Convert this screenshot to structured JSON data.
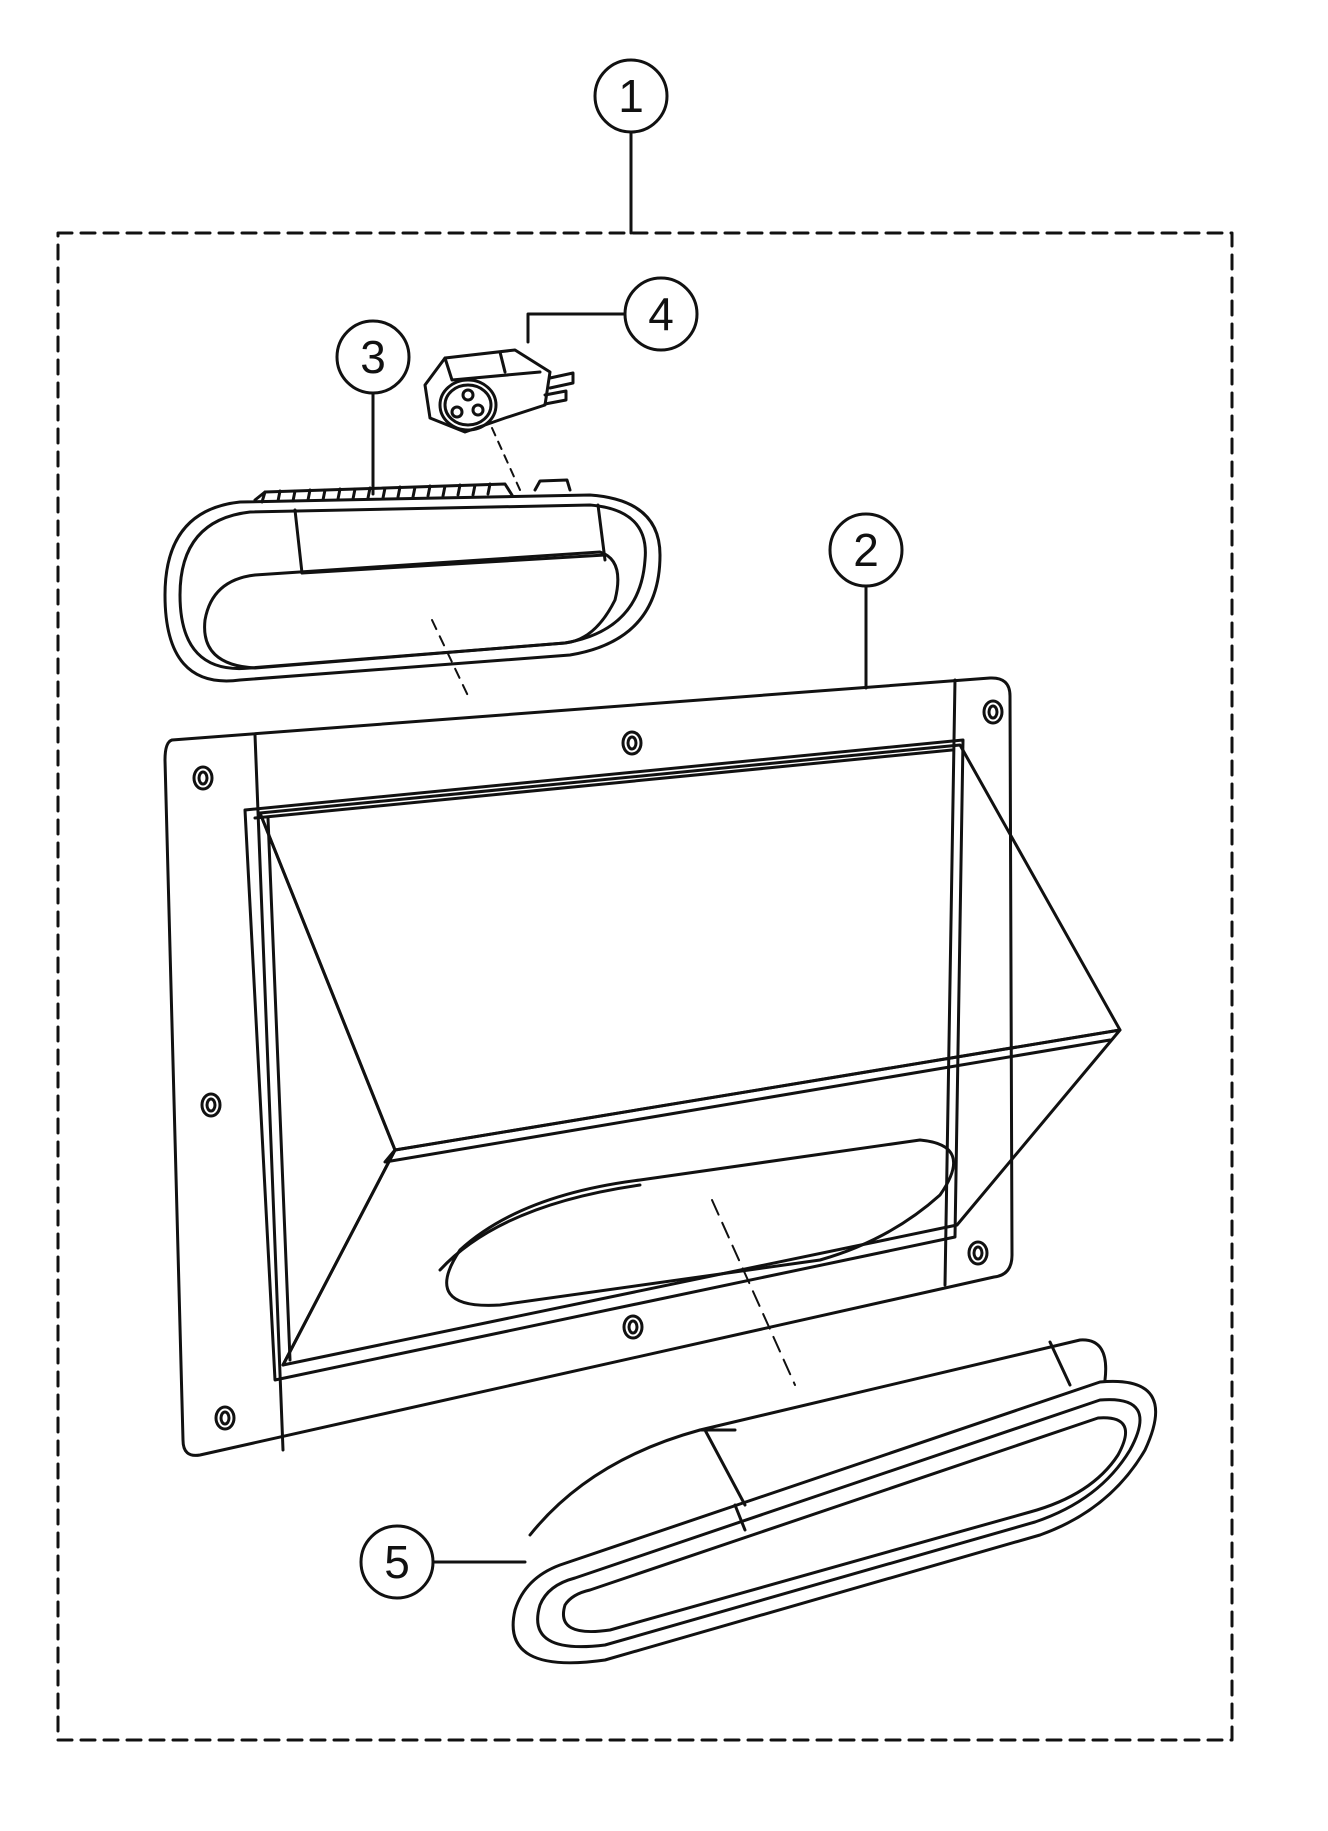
{
  "callouts": [
    {
      "id": "1",
      "label": "1"
    },
    {
      "id": "2",
      "label": "2"
    },
    {
      "id": "3",
      "label": "3"
    },
    {
      "id": "4",
      "label": "4"
    },
    {
      "id": "5",
      "label": "5"
    }
  ],
  "colors": {
    "line": "#111111",
    "background": "#ffffff"
  }
}
